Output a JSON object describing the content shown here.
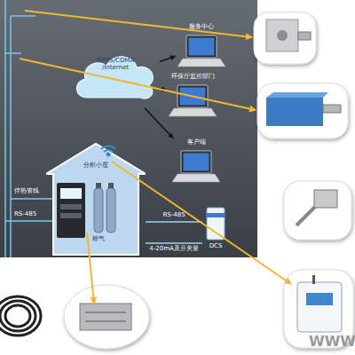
{
  "diagram": {
    "nodes": [
      {
        "text": [
          "服务中心"
        ]
      },
      {
        "text": [
          "GPRS/CDMA /Internet"
        ]
      },
      {
        "text": [
          "环保厅监控部门"
        ]
      },
      {
        "text": [
          "客户端"
        ]
      },
      {
        "text": [
          "分析小屋"
        ]
      },
      {
        "text": [
          "DCS"
        ]
      }
    ],
    "edges": [
      {
        "from": 1,
        "to": 0,
        "arrow": "to"
      },
      {
        "from": 1,
        "to": 2,
        "arrow": "to"
      },
      {
        "from": 1,
        "to": 3,
        "arrow": "to"
      },
      {
        "from": 4,
        "to": 5,
        "label": "RS-485",
        "arrow": "none"
      },
      {
        "from": 4,
        "to": 5,
        "label": "4-20mA及开关量",
        "arrow": "none"
      }
    ],
    "labels": [
      "伴热管线",
      "RS-485",
      "标气",
      "WWW"
    ]
  }
}
